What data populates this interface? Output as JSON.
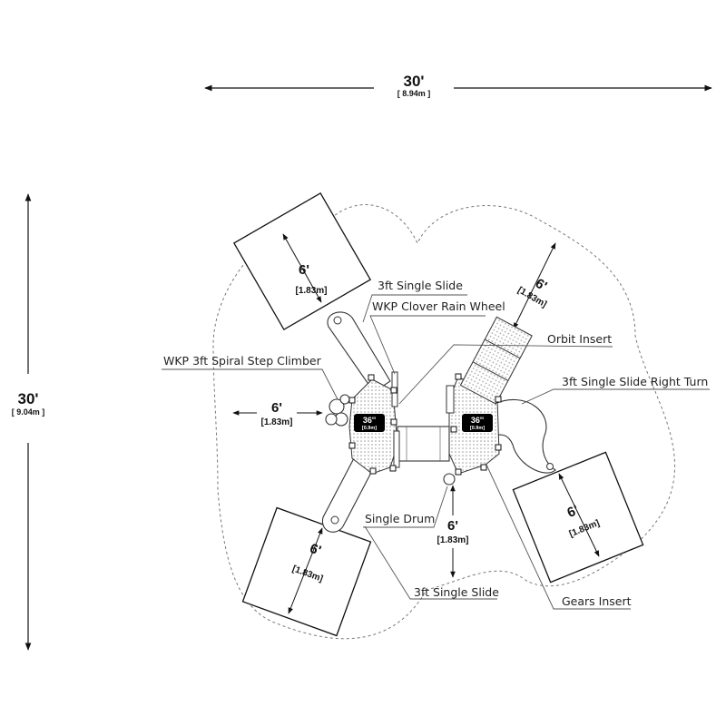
{
  "overall": {
    "width_ft": "30'",
    "width_m": "[ 8.94m ]",
    "depth_ft": "30'",
    "depth_m": "[ 9.04m ]"
  },
  "clearances": [
    {
      "ft": "6'",
      "m": "[1.83m]"
    },
    {
      "ft": "6'",
      "m": "[1.83m]"
    },
    {
      "ft": "6'",
      "m": "[1.83m]"
    },
    {
      "ft": "6'",
      "m": "[1.83m]"
    },
    {
      "ft": "6'",
      "m": "[1.83m]"
    },
    {
      "ft": "6'",
      "m": "[1.83m]"
    }
  ],
  "deck_badges": [
    {
      "ft": "36''",
      "m": "[0.9m]"
    },
    {
      "ft": "36''",
      "m": "[0.9m]"
    }
  ],
  "components": [
    "3ft Single Slide",
    "WKP Clover Rain Wheel",
    "Orbit Insert",
    "WKP 3ft Spiral Step Climber",
    "3ft Single Slide Right Turn",
    "Single Drum",
    "3ft Single Slide",
    "Gears Insert"
  ],
  "colors": {
    "line": "#111111",
    "badge": "#000000",
    "hatch": "#9a9a9a"
  }
}
